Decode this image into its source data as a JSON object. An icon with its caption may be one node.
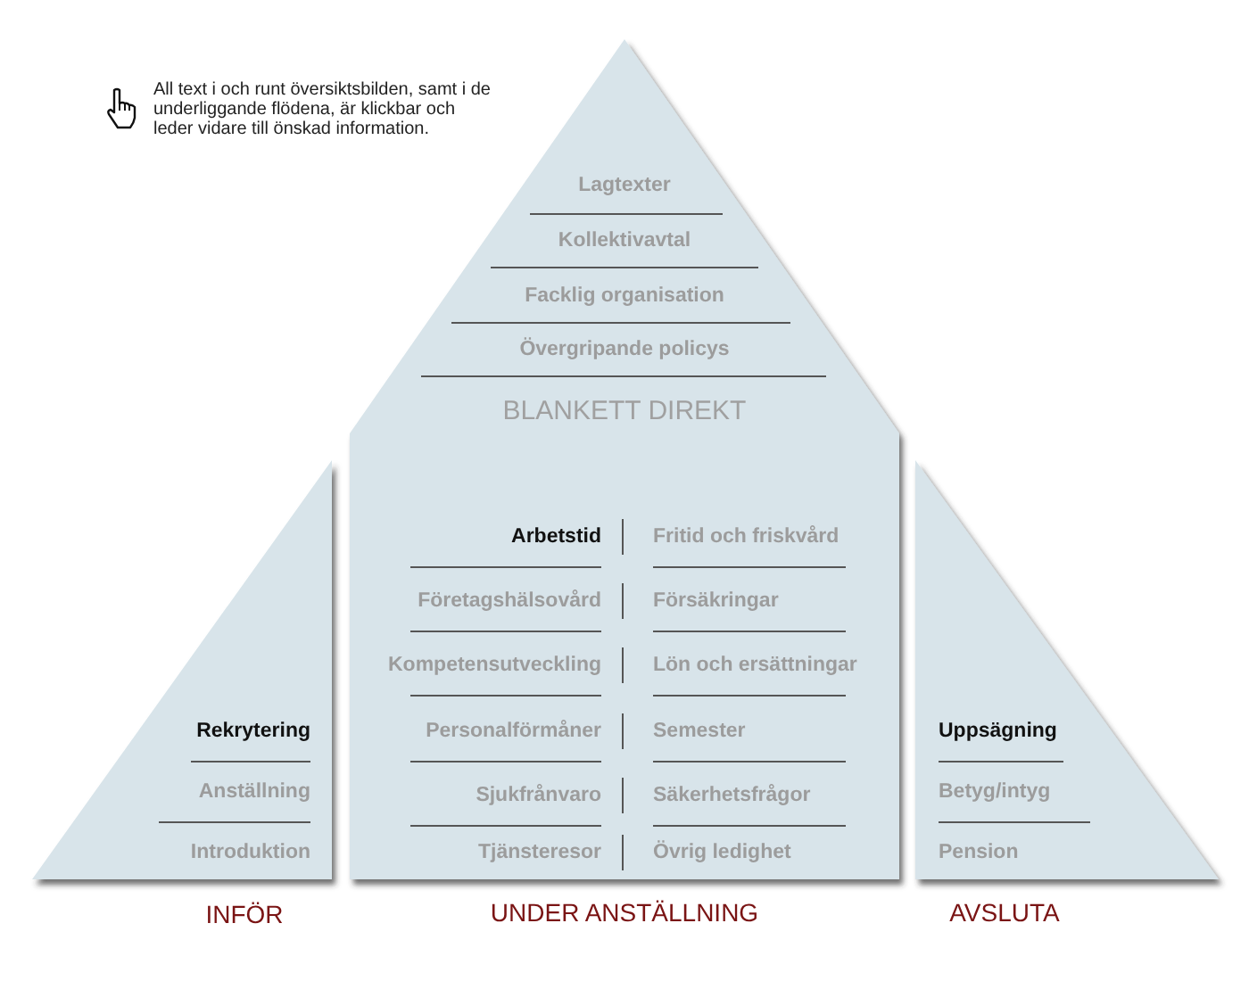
{
  "diagram": {
    "nodes": [
      {
        "text": [
          "Rekrytering",
          "Anställning",
          "Introduktion",
          "INFÖR"
        ]
      },
      {
        "text": [
          "Lagtexter",
          "Kollektivavtal",
          "Facklig organisation",
          "Övergripande policys",
          "BLANKETT DIREKT",
          "Arbetstid",
          "Fritid och friskvård",
          "Företagshälsovård",
          "Försäkringar",
          "Kompetensutveckling",
          "Lön och ersättningar",
          "Personalförmåner",
          "Semester",
          "Sjukfrånvaro",
          "Säkerhetsfrågor",
          "Tjänsteresor",
          "Övrig ledighet",
          "UNDER ANSTÄLLNING"
        ]
      },
      {
        "text": [
          "Uppsägning",
          "Betyg/intyg",
          "Pension",
          "AVSLUTA"
        ]
      }
    ],
    "labels": [
      "All text i och runt översiktsbilden, samt i de underliggande flödena, är klickbar och leder vidare till önskad information."
    ]
  }
}
